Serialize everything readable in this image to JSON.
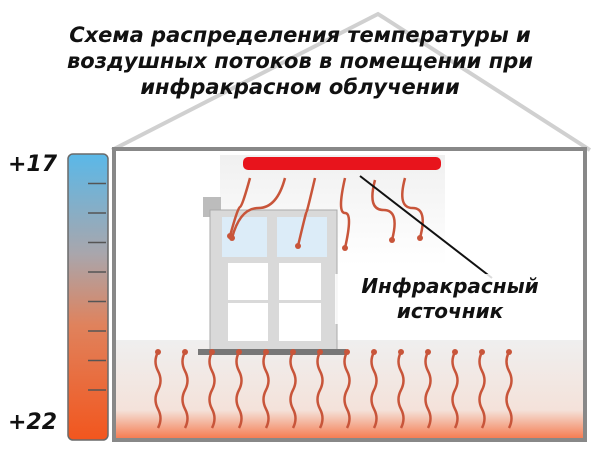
{
  "title": {
    "line1": "Схема распределения температуры и",
    "line2": "воздушных потоков в помещении при",
    "line3": "инфракрасном облучении"
  },
  "thermometer": {
    "top_label": "+17",
    "bottom_label": "+22"
  },
  "source_label": {
    "line1": "Инфракрасный",
    "line2": "источник"
  },
  "colors": {
    "heater": "#e8141c",
    "cold": "#5ab8e8",
    "warm": "#f2561e",
    "arrow": "#c8553a"
  }
}
